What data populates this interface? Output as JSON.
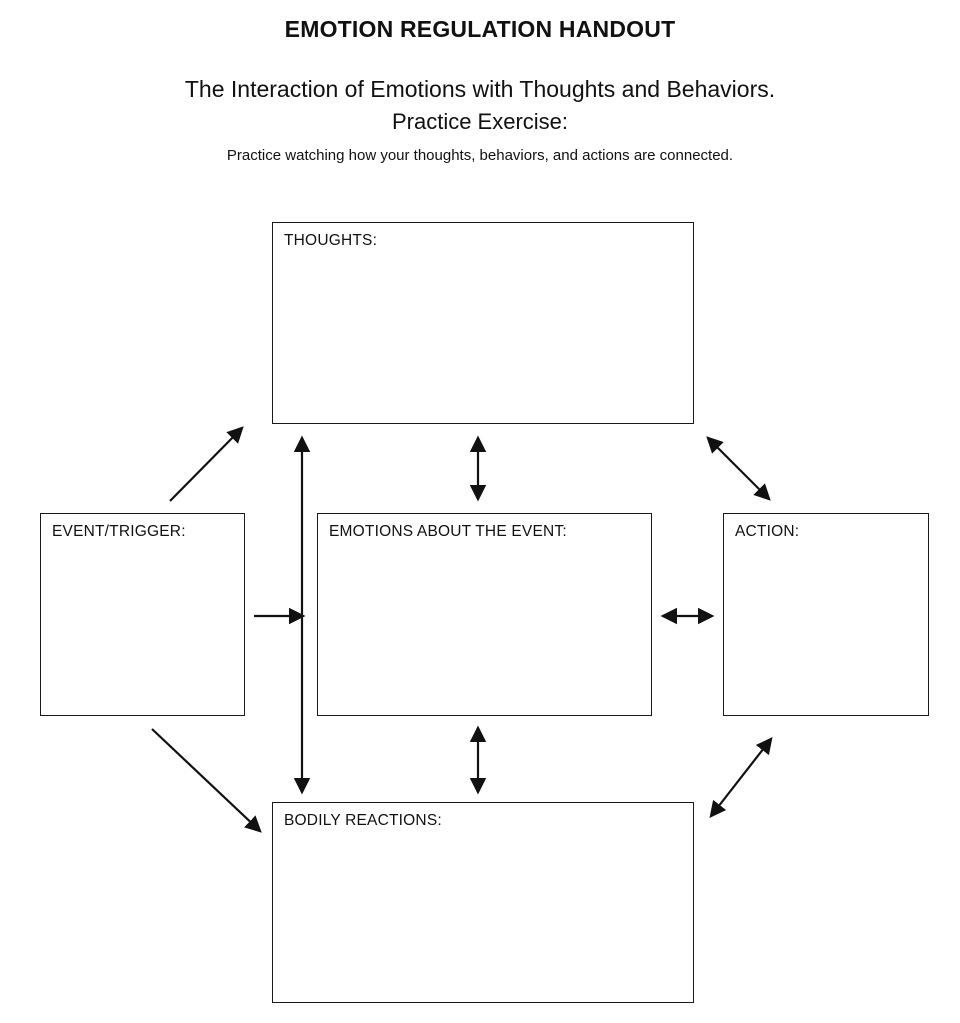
{
  "header": {
    "title": "EMOTION REGULATION HANDOUT",
    "subtitle_line1": "The Interaction of Emotions with Thoughts and Behaviors.",
    "subtitle_line2": "Practice Exercise:",
    "instruction": "Practice watching how your thoughts, behaviors, and actions are connected."
  },
  "boxes": {
    "thoughts": {
      "label": "THOUGHTS:"
    },
    "event_trigger": {
      "label": "EVENT/TRIGGER:"
    },
    "emotions": {
      "label": "EMOTIONS ABOUT THE EVENT:"
    },
    "action": {
      "label": "ACTION:"
    },
    "bodily_reactions": {
      "label": "BODILY REACTIONS:"
    }
  },
  "colors": {
    "line": "#111111",
    "background": "#ffffff"
  }
}
